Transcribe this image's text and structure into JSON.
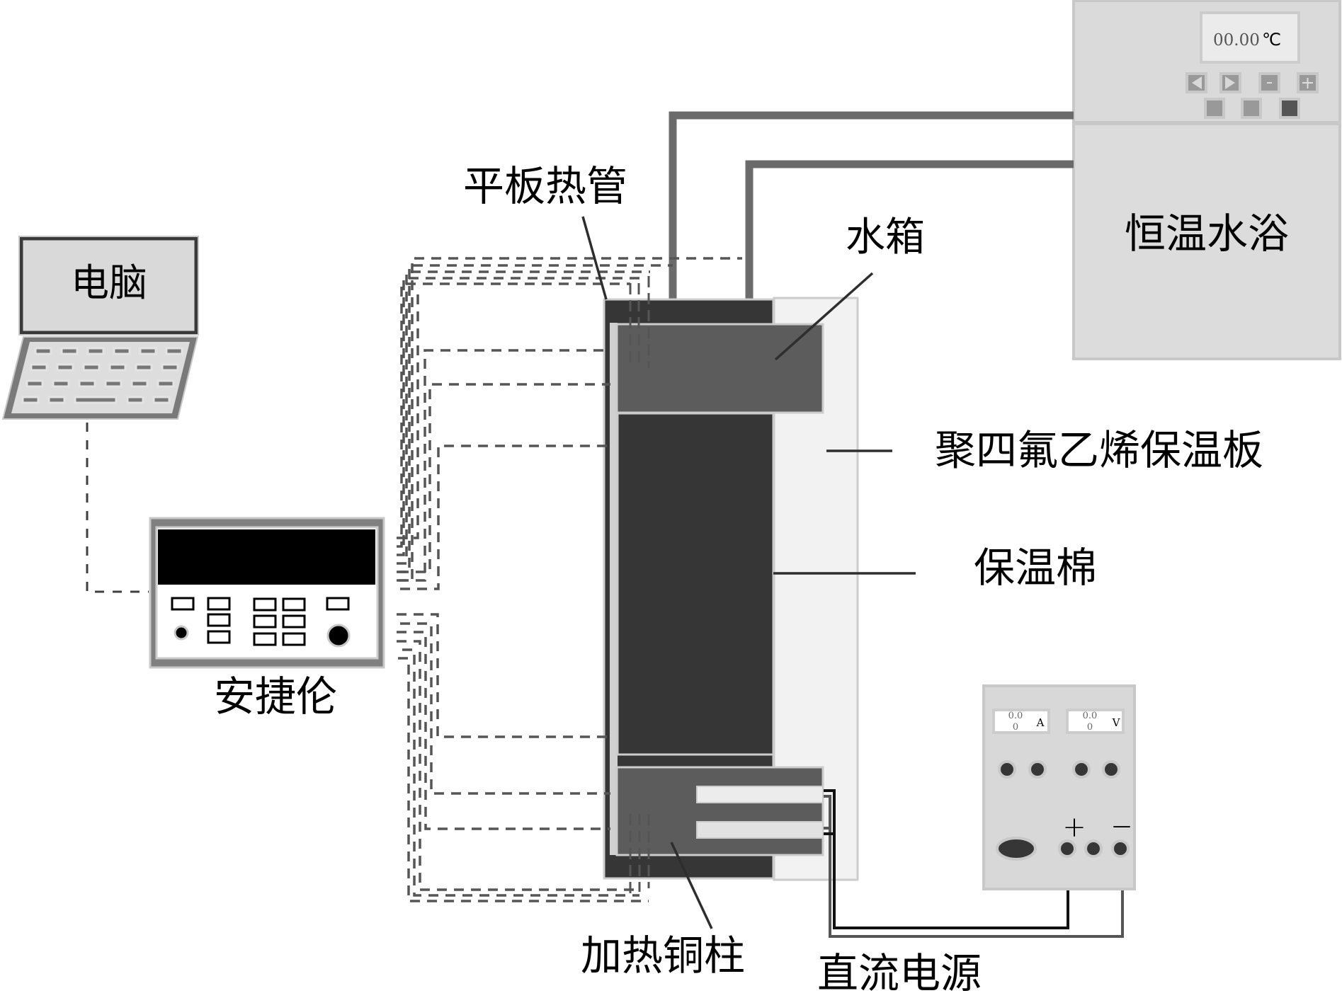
{
  "title": "平板热管传热实验装置示意图",
  "labels": {
    "computer": "电脑",
    "agilent": "安捷伦",
    "flat_heat_pipe": "平板热管",
    "water_tank": "水箱",
    "constant_temp_bath": "恒温水浴",
    "ptfe_board": "聚四氟乙烯保温板",
    "insulation_cotton": "保温棉",
    "heating_copper": "加热铜柱",
    "dc_power": "直流电源"
  },
  "water_bath": {
    "display_value": "00.00",
    "display_unit": "℃",
    "buttons": [
      {
        "name": "left-arrow",
        "glyph": "◀"
      },
      {
        "name": "right-arrow",
        "glyph": "▶"
      },
      {
        "name": "minus",
        "glyph": "-"
      },
      {
        "name": "plus",
        "glyph": "+"
      }
    ]
  },
  "dc_power_supply": {
    "ammeter": {
      "value_line1": "0.0",
      "value_line2": "0",
      "unit": "A"
    },
    "voltmeter": {
      "value_line1": "0.0",
      "value_line2": "0",
      "unit": "V"
    },
    "positive_symbol": "+",
    "negative_symbol": "—"
  },
  "colors": {
    "heat_pipe": "#363636",
    "water_tank": "#5c5c5c",
    "ptfe": "#f2f2f2",
    "device_body": "#dadada",
    "pipe": "#6b6b6b",
    "thermocouple": "#555555"
  }
}
